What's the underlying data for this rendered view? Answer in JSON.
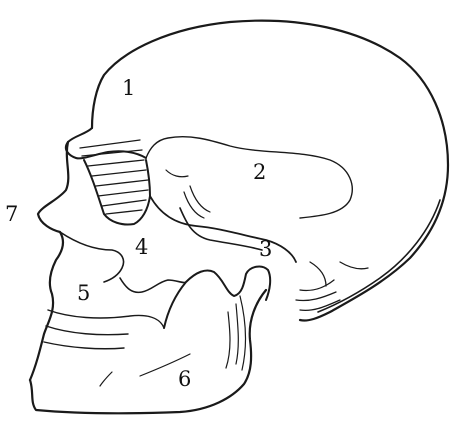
{
  "labels": {
    "l1": "1",
    "l2": "2",
    "l3": "3",
    "l4": "4",
    "l5": "5",
    "l6": "6",
    "l7": "7"
  },
  "colors": {
    "ink": "#1a1a1a",
    "paper": "#ffffff"
  }
}
